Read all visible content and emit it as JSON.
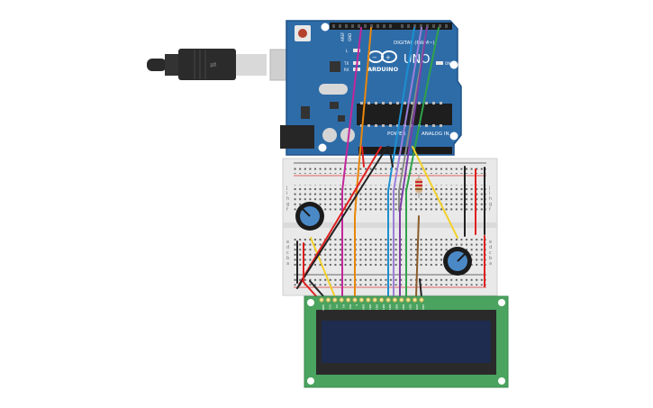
{
  "arduino": {
    "brand": "ARDUINO",
    "model": "UNO",
    "digital_label": "DIGITAL (PWM~)",
    "power_label": "POWER",
    "analog_label": "ANALOG IN",
    "on_label": "ON",
    "tx_label": "TX",
    "rx_label": "RX",
    "l_label": "L",
    "aref_label": "AREF",
    "gnd_label": "GND"
  },
  "lcd": {
    "pins": [
      "GND",
      "VCC",
      "V0",
      "RS",
      "RW",
      "E",
      "DB0",
      "DB1",
      "DB2",
      "DB3",
      "DB4",
      "DB5",
      "DB6",
      "DB7",
      "LED",
      "LED"
    ]
  },
  "breadboard": {
    "rows_top": [
      "j",
      "i",
      "h",
      "g",
      "f"
    ],
    "rows_bottom": [
      "e",
      "d",
      "c",
      "b",
      "a"
    ]
  },
  "colors": {
    "board": "#2e6ca8",
    "board_edge": "#1f5288",
    "breadboard": "#e9e9e9",
    "lcd_pcb": "#4aa35f",
    "lcd_screen": "#1d2c4f",
    "pot_knob": "#4b89c6"
  },
  "wires": [
    {
      "name": "wire-magenta",
      "color": "#c2279b"
    },
    {
      "name": "wire-orange",
      "color": "#e8870c"
    },
    {
      "name": "wire-blue",
      "color": "#1c8fd1"
    },
    {
      "name": "wire-lavender",
      "color": "#9b7fd9"
    },
    {
      "name": "wire-gray",
      "color": "#8a8a8a"
    },
    {
      "name": "wire-purple",
      "color": "#7d3fa6"
    },
    {
      "name": "wire-green",
      "color": "#2fa24a"
    },
    {
      "name": "wire-yellow",
      "color": "#f2d12a"
    },
    {
      "name": "wire-red",
      "color": "#e02020"
    },
    {
      "name": "wire-black",
      "color": "#222222"
    },
    {
      "name": "wire-brown",
      "color": "#8a5a2b"
    }
  ]
}
